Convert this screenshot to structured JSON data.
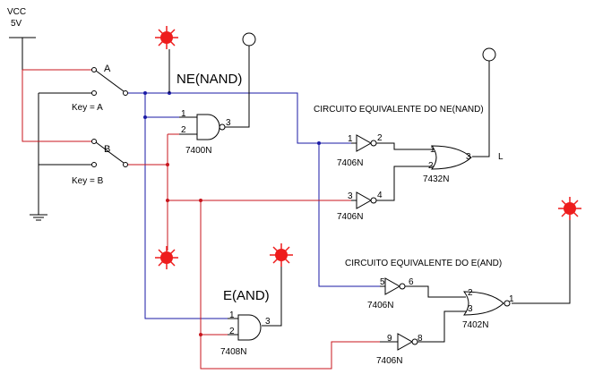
{
  "supply": {
    "name": "VCC",
    "value": "5V"
  },
  "switches": [
    {
      "letter": "A",
      "key": "Key = A"
    },
    {
      "letter": "B",
      "key": "Key = B"
    }
  ],
  "titles": {
    "nand": "NE(NAND)",
    "and": "E(AND)",
    "nand_equiv": "CIRCUITO EQUIVALENTE DO NE(NAND)",
    "and_equiv": "CIRCUITO EQUIVALENTE DO E(AND)"
  },
  "gates": {
    "nand": {
      "part": "7400N",
      "pin1": "1",
      "pin2": "2",
      "pin3": "3"
    },
    "and": {
      "part": "7408N",
      "pin1": "1",
      "pin2": "2",
      "pin3": "3"
    },
    "inv1": {
      "part": "7406N",
      "pin_in": "1",
      "pin_out": "2"
    },
    "inv2": {
      "part": "7406N",
      "pin_in": "3",
      "pin_out": "4"
    },
    "or": {
      "part": "7432N",
      "pin1": "1",
      "pin2": "2",
      "pin3": "3"
    },
    "inv3": {
      "part": "7406N",
      "pin_in": "5",
      "pin_out": "6"
    },
    "inv4": {
      "part": "7406N",
      "pin_in": "9",
      "pin_out": "8"
    },
    "nor": {
      "part": "7402N",
      "pin2": "2",
      "pin3": "3",
      "pin1": "1"
    }
  },
  "output_label": "L",
  "colors": {
    "wire_black": "#000000",
    "wire_blue": "#1a1aa6",
    "wire_red": "#c8161d",
    "lamp_on": "#ee1c1c"
  }
}
